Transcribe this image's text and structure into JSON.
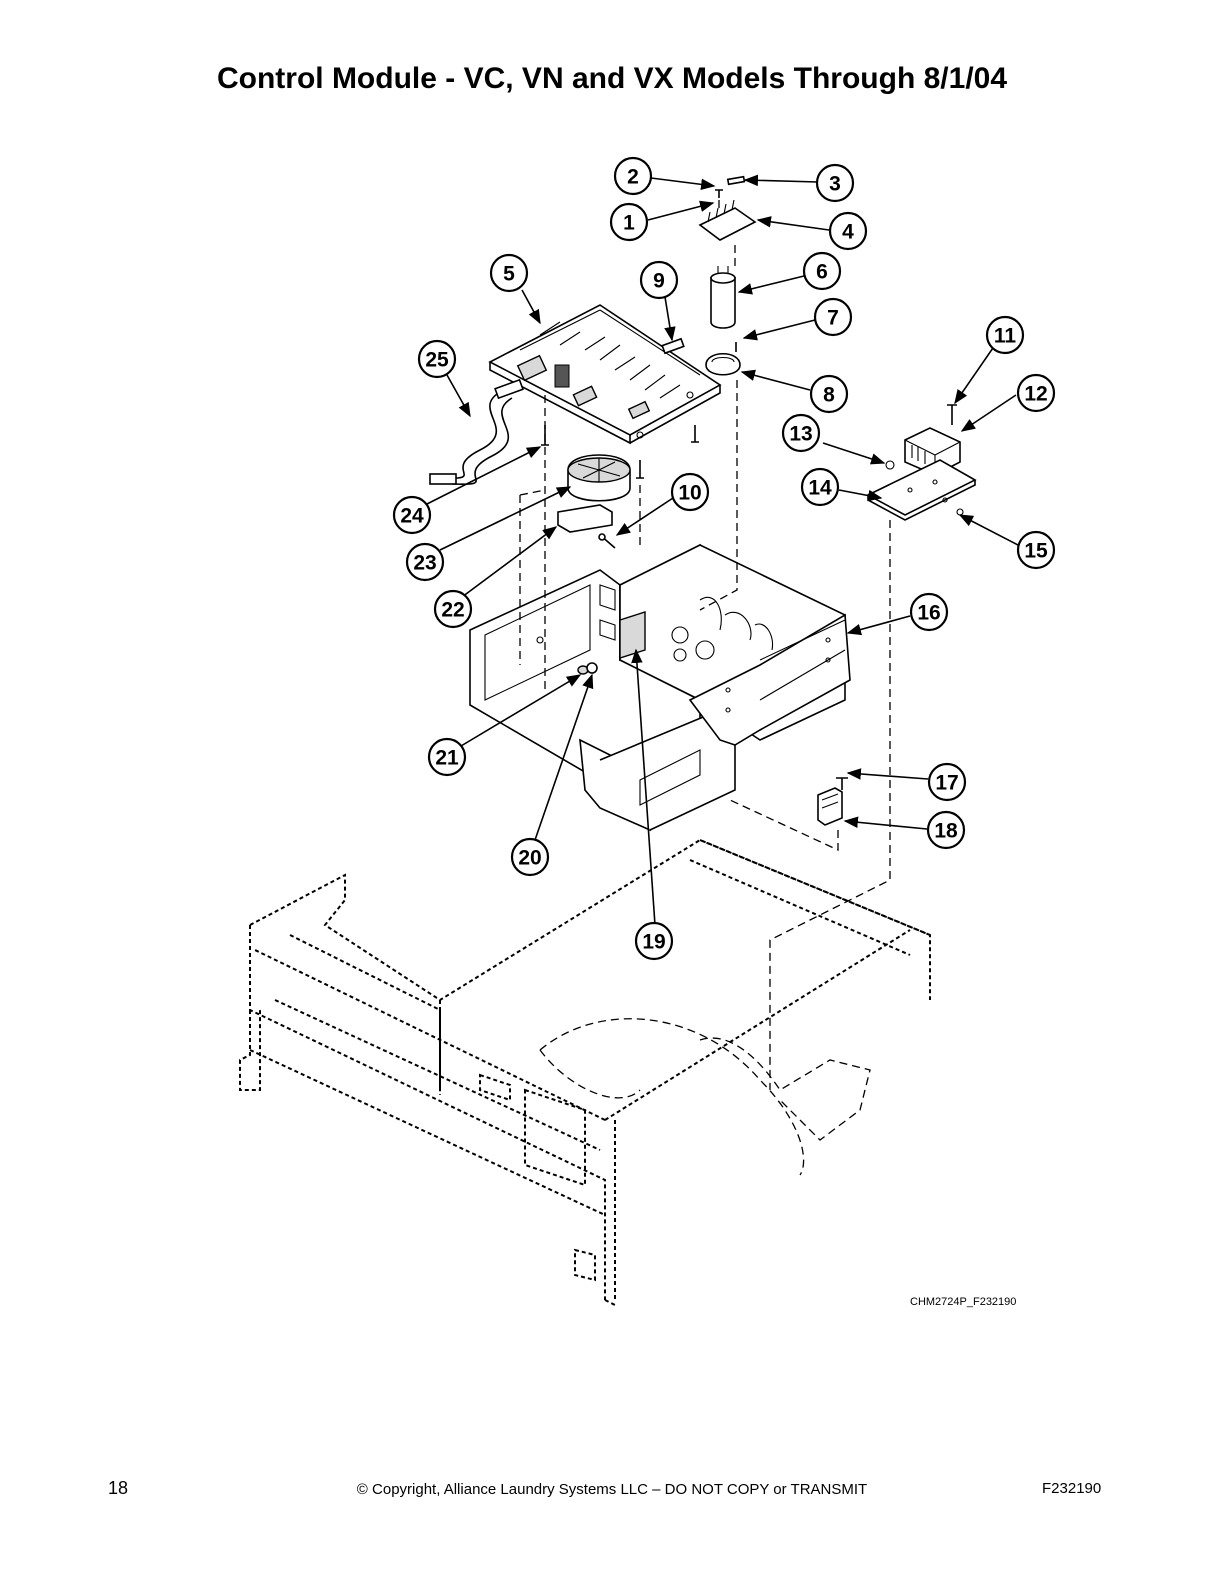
{
  "page": {
    "title": "Control Module - VC, VN and VX Models Through 8/1/04",
    "drawing_code": "CHM2724P_F232190",
    "page_number": "18",
    "copyright": "© Copyright, Alliance Laundry Systems LLC – DO NOT COPY or TRANSMIT",
    "document_code": "F232190"
  },
  "callouts": [
    {
      "id": "callout-1",
      "label": "1"
    },
    {
      "id": "callout-2",
      "label": "2"
    },
    {
      "id": "callout-3",
      "label": "3"
    },
    {
      "id": "callout-4",
      "label": "4"
    },
    {
      "id": "callout-5",
      "label": "5"
    },
    {
      "id": "callout-6",
      "label": "6"
    },
    {
      "id": "callout-7",
      "label": "7"
    },
    {
      "id": "callout-8",
      "label": "8"
    },
    {
      "id": "callout-9",
      "label": "9"
    },
    {
      "id": "callout-10",
      "label": "10"
    },
    {
      "id": "callout-11",
      "label": "11"
    },
    {
      "id": "callout-12",
      "label": "12"
    },
    {
      "id": "callout-13",
      "label": "13"
    },
    {
      "id": "callout-14",
      "label": "14"
    },
    {
      "id": "callout-15",
      "label": "15"
    },
    {
      "id": "callout-16",
      "label": "16"
    },
    {
      "id": "callout-17",
      "label": "17"
    },
    {
      "id": "callout-18",
      "label": "18"
    },
    {
      "id": "callout-19",
      "label": "19"
    },
    {
      "id": "callout-20",
      "label": "20"
    },
    {
      "id": "callout-21",
      "label": "21"
    },
    {
      "id": "callout-22",
      "label": "22"
    },
    {
      "id": "callout-23",
      "label": "23"
    },
    {
      "id": "callout-24",
      "label": "24"
    },
    {
      "id": "callout-25",
      "label": "25"
    }
  ]
}
